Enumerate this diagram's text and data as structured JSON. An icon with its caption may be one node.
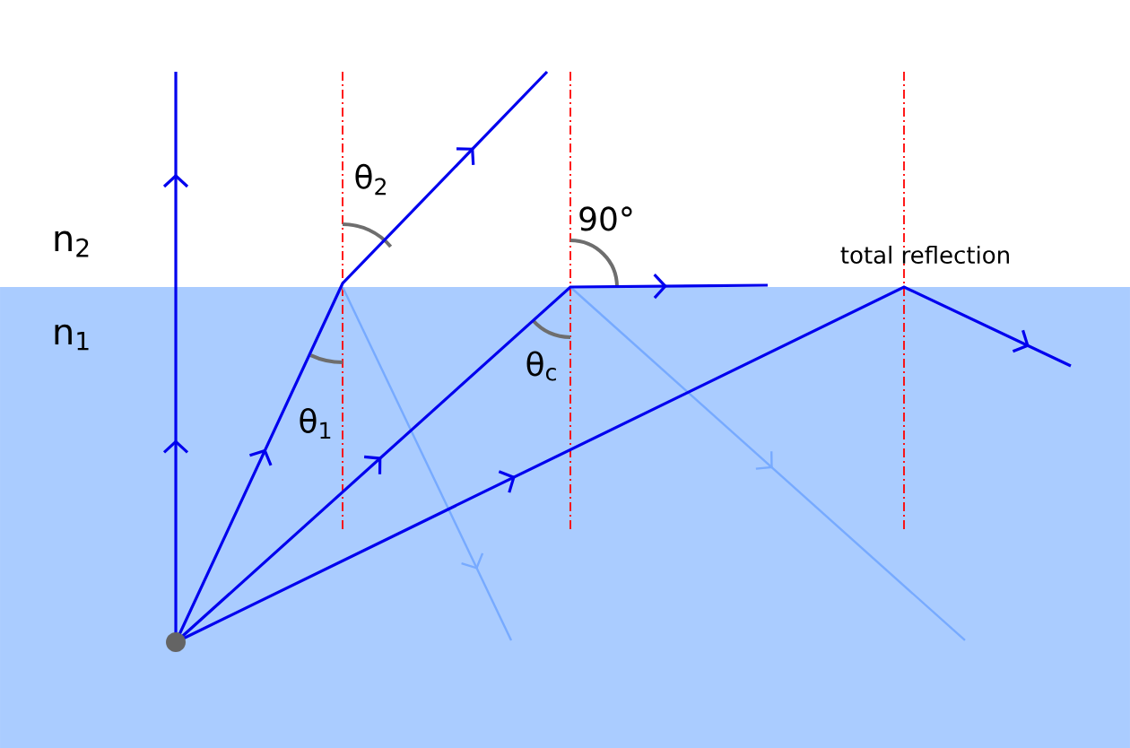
{
  "diagram": {
    "labels": [
      "n$_{2}$",
      "n$_{1}$",
      "θ$_{2}$",
      "θ$_{1}$",
      "90°",
      "θ$_{c}$",
      "total reflection"
    ]
  }
}
